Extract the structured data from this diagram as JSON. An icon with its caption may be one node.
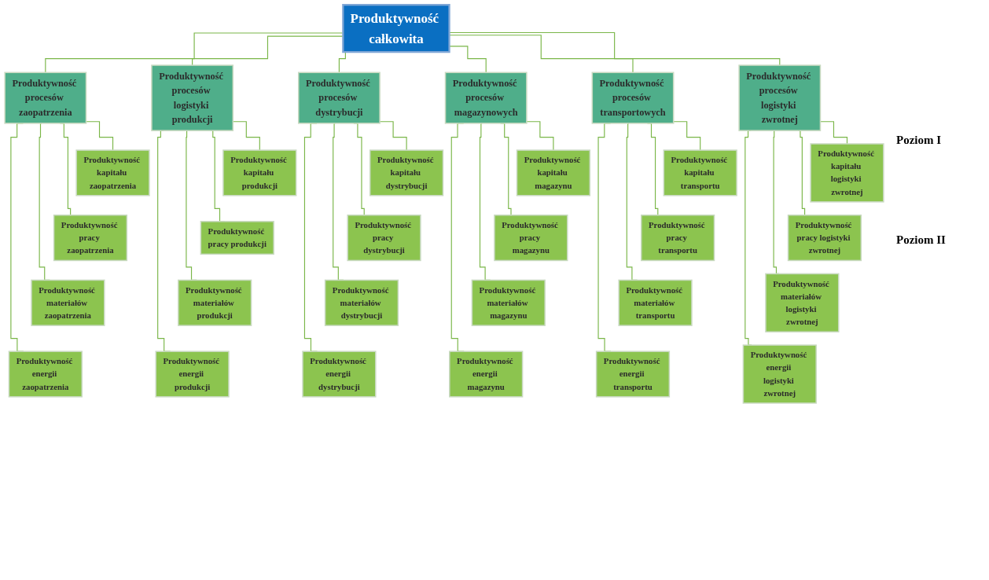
{
  "diagram": {
    "nodes": [
      {
        "text": [
          "Produktywność całkowita"
        ]
      },
      {
        "text": [
          "Produktywność procesów zaopatrzenia"
        ]
      },
      {
        "text": [
          "Produktywność procesów logistyki produkcji"
        ]
      },
      {
        "text": [
          "Produktywność procesów dystrybucji"
        ]
      },
      {
        "text": [
          "Produktywność procesów magazynowych"
        ]
      },
      {
        "text": [
          "Produktywność procesów transportowych"
        ]
      },
      {
        "text": [
          "Produktywność procesów logistyki zwrotnej"
        ]
      },
      {
        "text": [
          "Produktywność kapitału zaopatrzenia"
        ]
      },
      {
        "text": [
          "Produktywność kapitału produkcji"
        ]
      },
      {
        "text": [
          "Produktywność kapitału dystrybucji"
        ]
      },
      {
        "text": [
          "Produktywność kapitału magazynu"
        ]
      },
      {
        "text": [
          "Produktywność kapitału transportu"
        ]
      },
      {
        "text": [
          "Produktywność kapitału logistyki zwrotnej"
        ]
      },
      {
        "text": [
          "Produktywność pracy zaopatrzenia"
        ]
      },
      {
        "text": [
          "Produktywność pracy produkcji"
        ]
      },
      {
        "text": [
          "Produktywność pracy dystrybucji"
        ]
      },
      {
        "text": [
          "Produktywność pracy magazynu"
        ]
      },
      {
        "text": [
          "Produktywność pracy transportu"
        ]
      },
      {
        "text": [
          "Produktywność pracy logistyki zwrotnej"
        ]
      },
      {
        "text": [
          "Produktywność materiałów zaopatrzenia"
        ]
      },
      {
        "text": [
          "Produktywność materiałów produkcji"
        ]
      },
      {
        "text": [
          "Produktywność materiałów dystrybucji"
        ]
      },
      {
        "text": [
          "Produktywność materiałów magazynu"
        ]
      },
      {
        "text": [
          "Produktywność materiałów transportu"
        ]
      },
      {
        "text": [
          "Produktywność materiałów logistyki zwrotnej"
        ]
      },
      {
        "text": [
          "Produktywność energii zaopatrzenia"
        ]
      },
      {
        "text": [
          "Produktywność energii produkcji"
        ]
      },
      {
        "text": [
          "Produktywność energii dystrybucji"
        ]
      },
      {
        "text": [
          "Produktywność energii magazynu"
        ]
      },
      {
        "text": [
          "Produktywność energii transportu"
        ]
      },
      {
        "text": [
          "Produktywność energii logistyki zwrotnej"
        ]
      }
    ],
    "edges": [
      {
        "from": 0,
        "to": 1,
        "arrow": "none"
      },
      {
        "from": 0,
        "to": 2,
        "arrow": "none"
      },
      {
        "from": 0,
        "to": 3,
        "arrow": "none"
      },
      {
        "from": 0,
        "to": 4,
        "arrow": "none"
      },
      {
        "from": 0,
        "to": 5,
        "arrow": "none"
      },
      {
        "from": 0,
        "to": 6,
        "arrow": "none"
      },
      {
        "from": 1,
        "to": 7,
        "arrow": "none"
      },
      {
        "from": 1,
        "to": 13,
        "arrow": "none"
      },
      {
        "from": 1,
        "to": 19,
        "arrow": "none"
      },
      {
        "from": 1,
        "to": 25,
        "arrow": "none"
      },
      {
        "from": 2,
        "to": 8,
        "arrow": "none"
      },
      {
        "from": 2,
        "to": 14,
        "arrow": "none"
      },
      {
        "from": 2,
        "to": 20,
        "arrow": "none"
      },
      {
        "from": 2,
        "to": 26,
        "arrow": "none"
      },
      {
        "from": 3,
        "to": 9,
        "arrow": "none"
      },
      {
        "from": 3,
        "to": 15,
        "arrow": "none"
      },
      {
        "from": 3,
        "to": 21,
        "arrow": "none"
      },
      {
        "from": 3,
        "to": 27,
        "arrow": "none"
      },
      {
        "from": 4,
        "to": 10,
        "arrow": "none"
      },
      {
        "from": 4,
        "to": 16,
        "arrow": "none"
      },
      {
        "from": 4,
        "to": 22,
        "arrow": "none"
      },
      {
        "from": 4,
        "to": 28,
        "arrow": "none"
      },
      {
        "from": 5,
        "to": 11,
        "arrow": "none"
      },
      {
        "from": 5,
        "to": 17,
        "arrow": "none"
      },
      {
        "from": 5,
        "to": 23,
        "arrow": "none"
      },
      {
        "from": 5,
        "to": 29,
        "arrow": "none"
      },
      {
        "from": 6,
        "to": 12,
        "arrow": "none"
      },
      {
        "from": 6,
        "to": 18,
        "arrow": "none"
      },
      {
        "from": 6,
        "to": 24,
        "arrow": "none"
      },
      {
        "from": 6,
        "to": 30,
        "arrow": "none"
      }
    ],
    "labels": [
      "Poziom I",
      "Poziom II"
    ]
  }
}
